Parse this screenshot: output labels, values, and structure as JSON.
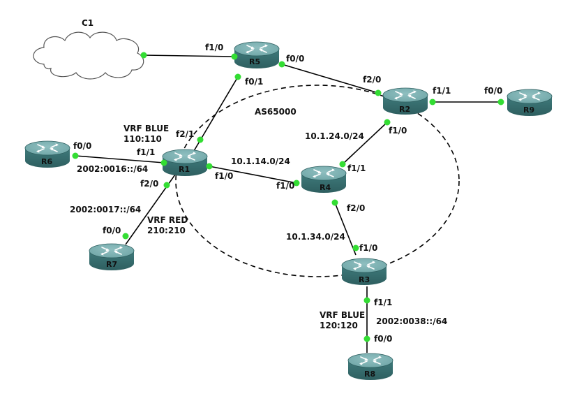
{
  "colors": {
    "router_dark": "#2e5f60",
    "router_mid": "#3f7a7b",
    "router_light": "#6ea5a6",
    "router_top": "#8fbfc0",
    "link": "#000000",
    "port_dot": "#33dd33",
    "cloud_fill": "#ffffff",
    "cloud_stroke": "#555555"
  },
  "cloud": {
    "name": "C1",
    "icon": "cloud-icon"
  },
  "as_label": "AS65000",
  "routers": [
    {
      "id": "R1",
      "name": "R1",
      "icon": "router-icon"
    },
    {
      "id": "R2",
      "name": "R2",
      "icon": "router-icon"
    },
    {
      "id": "R3",
      "name": "R3",
      "icon": "router-icon"
    },
    {
      "id": "R4",
      "name": "R4",
      "icon": "router-icon"
    },
    {
      "id": "R5",
      "name": "R5",
      "icon": "router-icon"
    },
    {
      "id": "R6",
      "name": "R6",
      "icon": "router-icon"
    },
    {
      "id": "R7",
      "name": "R7",
      "icon": "router-icon"
    },
    {
      "id": "R8",
      "name": "R8",
      "icon": "router-icon"
    },
    {
      "id": "R9",
      "name": "R9",
      "icon": "router-icon"
    }
  ],
  "ports": {
    "c1_r5_f10": "f1/0",
    "r5_f00": "f0/0",
    "r5_f01": "f0/1",
    "r2_f20": "f2/0",
    "r2_f11": "f1/1",
    "r9_f00": "f0/0",
    "r2_f10": "f1/0",
    "r4_f11": "f1/1",
    "r1_f21": "f2/1",
    "r6_f00": "f0/0",
    "r1_f11": "f1/1",
    "r1_f10": "f1/0",
    "r4_f10": "f1/0",
    "r1_f20": "f2/0",
    "r7_f00": "f0/0",
    "r4_f20": "f2/0",
    "r3_f10": "f1/0",
    "r3_f11": "f1/1",
    "r8_f00": "f0/0"
  },
  "networks": {
    "r2_r4": "10.1.24.0/24",
    "r1_r4": "10.1.14.0/24",
    "r3_r4": "10.1.34.0/24",
    "r1_r6": "2002:0016::/64",
    "r1_r7": "2002:0017::/64",
    "r3_r8": "2002:0038::/64"
  },
  "vrfs": {
    "blue_r1_name": "VRF BLUE",
    "blue_r1_rd": "110:110",
    "red_r1_name": "VRF RED",
    "red_r1_rd": "210:210",
    "blue_r3_name": "VRF BLUE",
    "blue_r3_rd": "120:120"
  }
}
